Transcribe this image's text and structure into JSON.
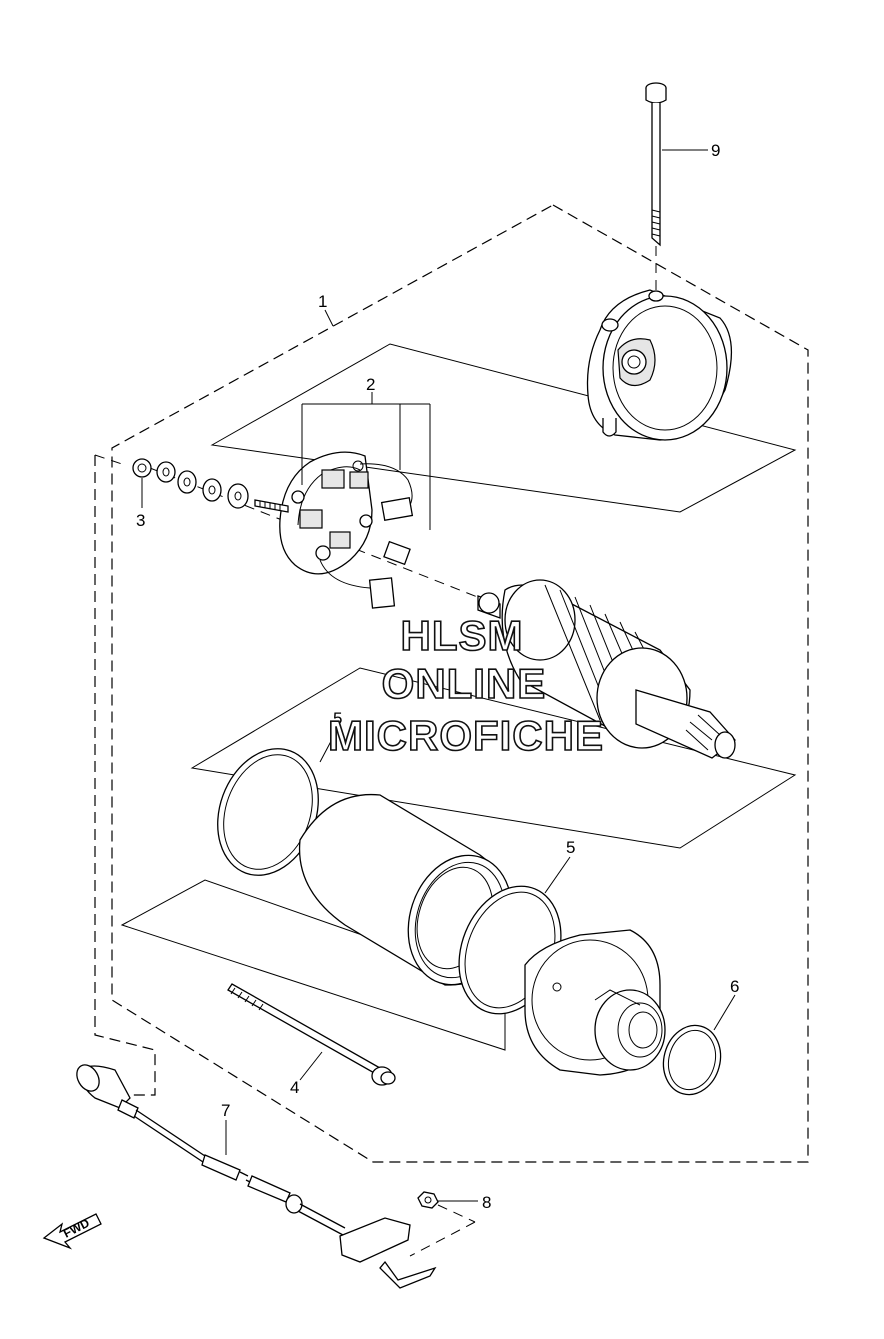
{
  "diagram": {
    "callouts": [
      {
        "id": "1",
        "text": "1"
      },
      {
        "id": "2",
        "text": "2"
      },
      {
        "id": "3",
        "text": "3"
      },
      {
        "id": "4",
        "text": "4"
      },
      {
        "id": "5a",
        "text": "5"
      },
      {
        "id": "5b",
        "text": "5"
      },
      {
        "id": "6",
        "text": "6"
      },
      {
        "id": "7",
        "text": "7"
      },
      {
        "id": "8",
        "text": "8"
      },
      {
        "id": "9",
        "text": "9"
      }
    ],
    "watermark": [
      "HLSM",
      "ONLINE",
      "MICROFICHE"
    ],
    "fwd_label": "FWD"
  }
}
